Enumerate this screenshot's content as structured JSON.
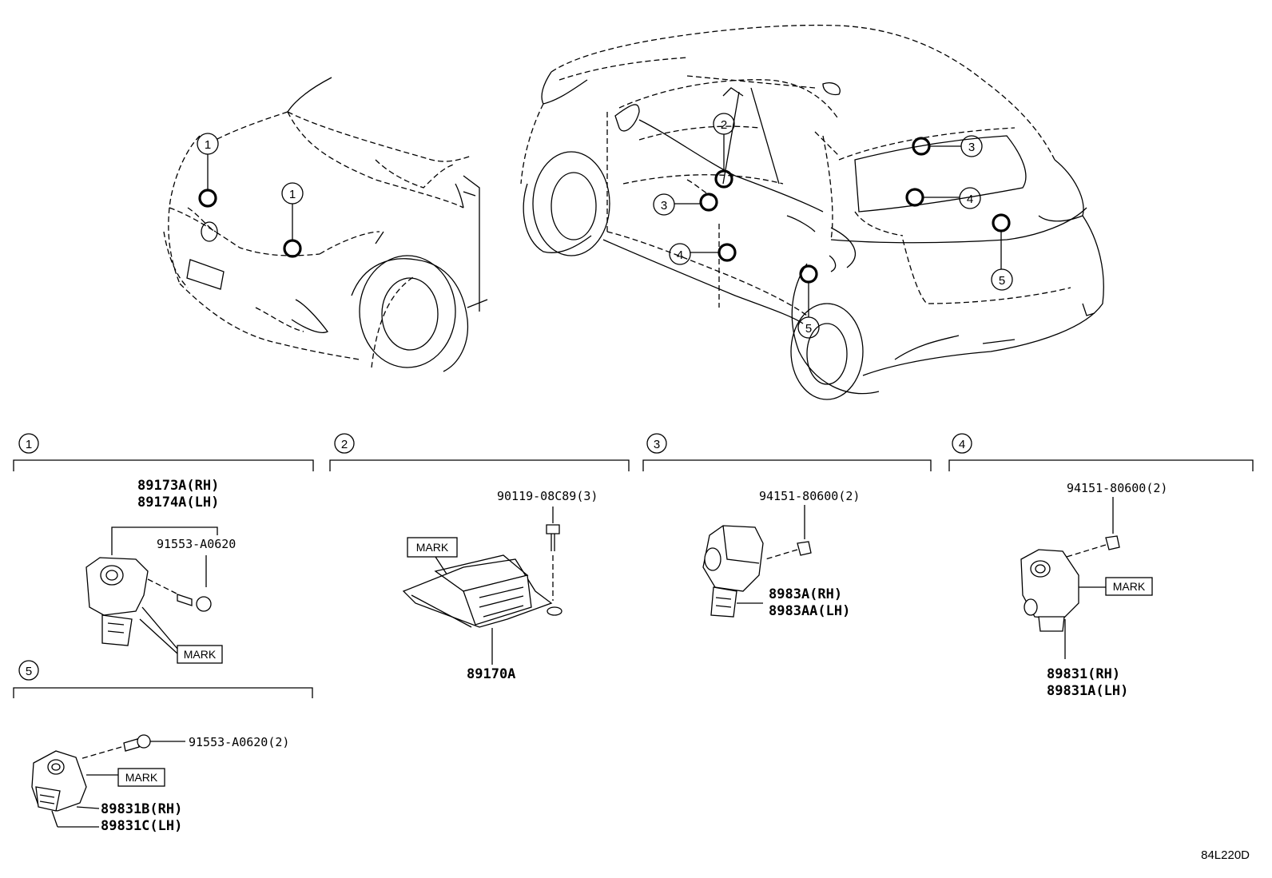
{
  "callouts": {
    "n1": "1",
    "n2": "2",
    "n3": "3",
    "n4": "4",
    "n5": "5"
  },
  "sections": [
    {
      "id": "1",
      "parts": [
        "89173A(RH)",
        "89174A(LH)",
        "91553-A0620"
      ],
      "mark": "MARK"
    },
    {
      "id": "2",
      "parts": [
        "90119-08C89(3)",
        "89170A"
      ],
      "mark": "MARK"
    },
    {
      "id": "3",
      "parts": [
        "94151-80600(2)",
        "8983A(RH)",
        "8983AA(LH)"
      ]
    },
    {
      "id": "4",
      "parts": [
        "94151-80600(2)",
        "89831(RH)",
        "89831A(LH)"
      ],
      "mark": "MARK"
    },
    {
      "id": "5",
      "parts": [
        "91553-A0620(2)",
        "89831B(RH)",
        "89831C(LH)"
      ],
      "mark": "MARK"
    }
  ],
  "ref_code": "84L220D"
}
